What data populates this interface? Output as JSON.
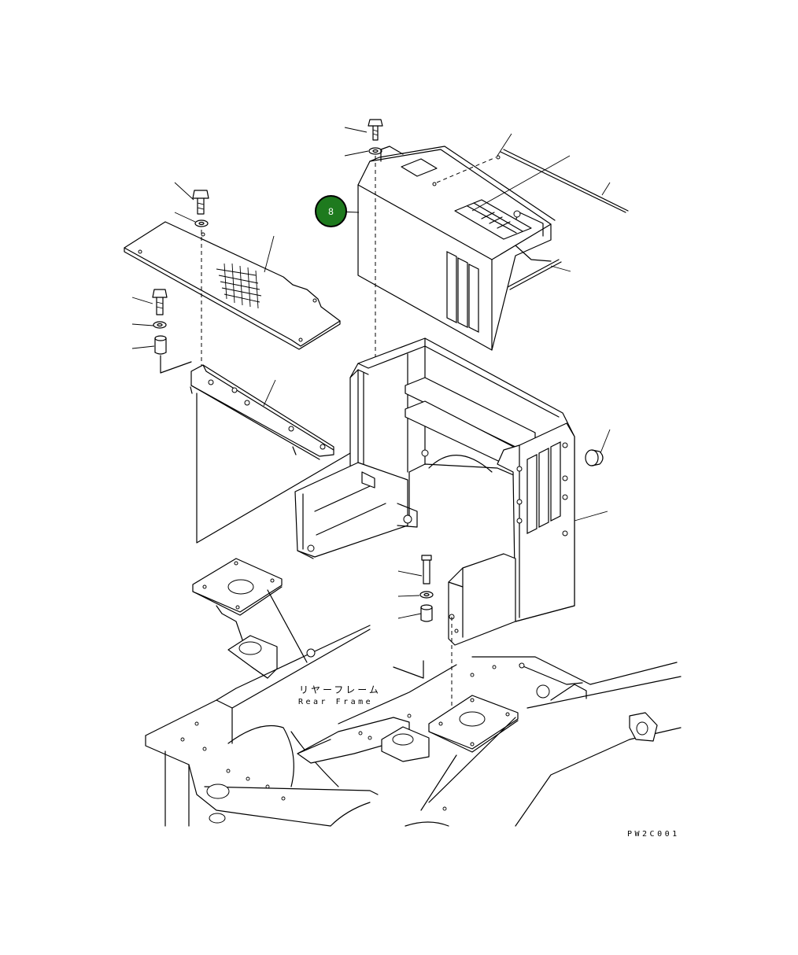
{
  "labels": {
    "rear_frame_jp": "リヤーフレーム",
    "rear_frame_en": "Rear Frame",
    "drawing_code": "PW2C001"
  },
  "callouts": [
    {
      "number": "8",
      "color": "#1e7a1e",
      "target": "cover"
    }
  ],
  "icons": [
    "bolt-icon",
    "washer-icon",
    "spacer-icon",
    "cap-icon"
  ]
}
